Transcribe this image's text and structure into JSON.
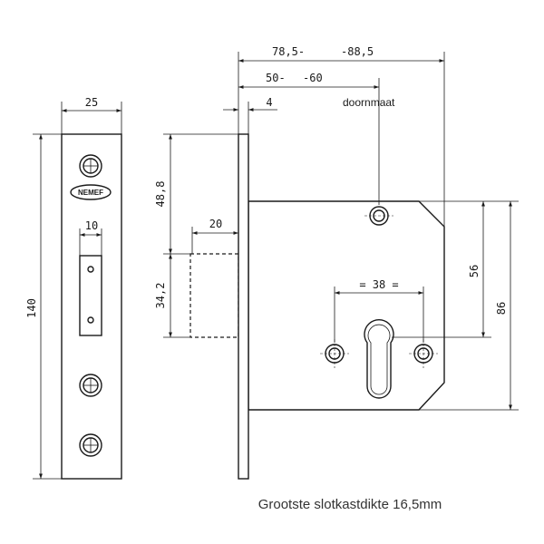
{
  "labels": {
    "faceplate_width": "25",
    "brand": "NEMEF",
    "slot_width": "10",
    "faceplate_height": "140",
    "upper_height": "48,8",
    "bolt_height": "34,2",
    "bolt_throw": "20",
    "backset_outer_min": "78,5-",
    "backset_outer_max": "-88,5",
    "backset_min": "50-",
    "backset_max": "-60",
    "forend_thickness": "4",
    "backset_caption": "doornmaat",
    "cylinder_spacing": "= 38 =",
    "cylinder_height": "56",
    "body_height": "86"
  },
  "caption": "Grootste slotkastdikte 16,5mm"
}
